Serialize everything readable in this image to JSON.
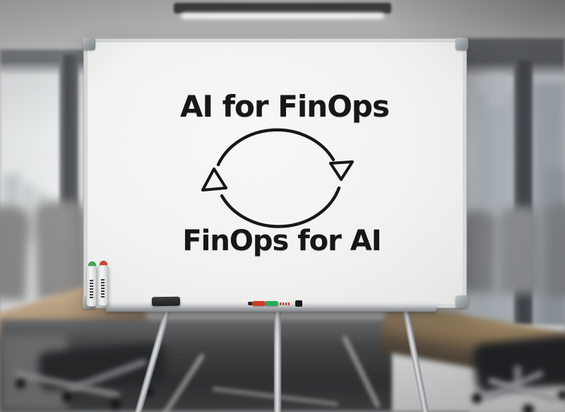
{
  "whiteboard": {
    "top_label": "AI for FinOps",
    "bottom_label": "FinOps for AI",
    "diagram": {
      "type": "cycle",
      "direction": "clockwise",
      "nodes": [
        "AI for FinOps",
        "FinOps for AI"
      ]
    }
  },
  "markers": {
    "hanging": [
      {
        "name": "green-capped marker",
        "cap_color": "#3fae49"
      },
      {
        "name": "red-capped marker",
        "cap_color": "#d6402f"
      }
    ],
    "tray_items": [
      {
        "name": "eraser",
        "color": "#2a2a2a"
      },
      {
        "name": "red marker",
        "color": "#cf3a2a"
      },
      {
        "name": "green marker",
        "color": "#2aa85c"
      },
      {
        "name": "magnet",
        "color": "#191a1a"
      }
    ]
  },
  "colors": {
    "ink": "#171717",
    "board_surface": "#f3f3f2",
    "board_frame": "#d6d8d9",
    "tray": "#b9bcbe",
    "table_wood_left": "#b29878",
    "table_wood_right": "#8c7557",
    "ceiling": "#b1afae",
    "window_mullion": "#4b4e52"
  }
}
